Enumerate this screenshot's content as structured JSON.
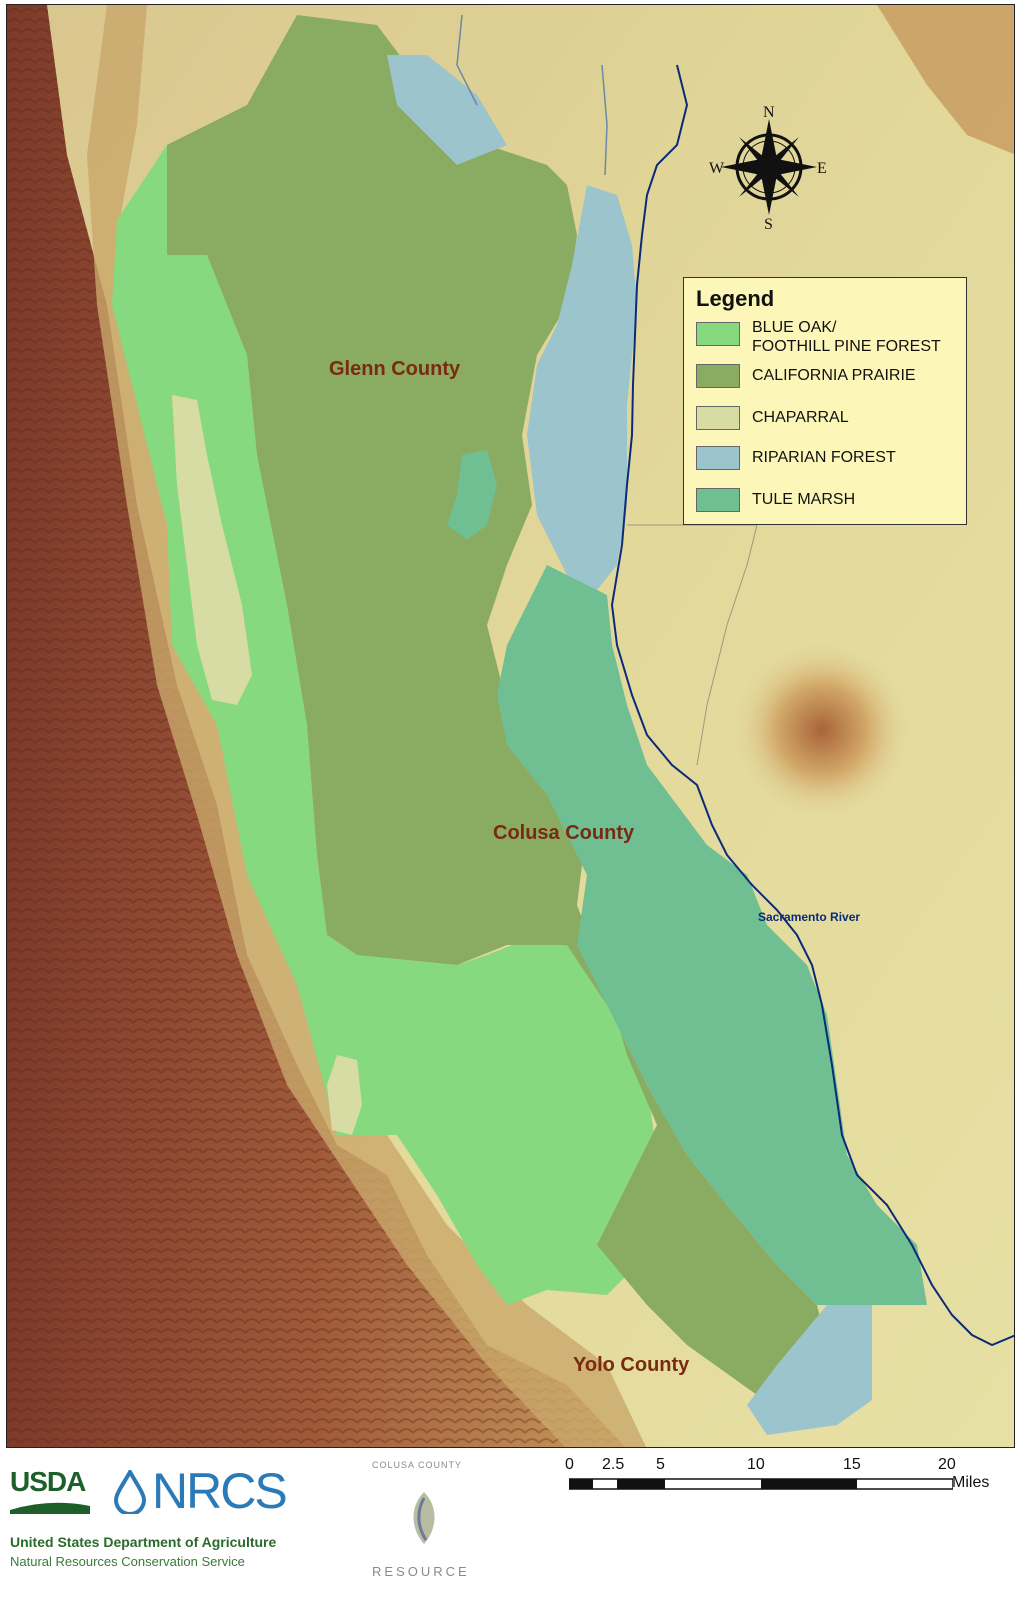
{
  "map": {
    "counties": [
      {
        "name": "Glenn County"
      },
      {
        "name": "Colusa County"
      },
      {
        "name": "Yolo County"
      }
    ],
    "river_label": "Sacramento River",
    "compass": {
      "n": "N",
      "s": "S",
      "e": "E",
      "w": "W"
    },
    "colors": {
      "blue_oak": "#86d97f",
      "prairie": "#8aab62",
      "chaparral": "#d7dca4",
      "riparian": "#9cc4cc",
      "tule_marsh": "#6fbf92",
      "river": "#0b2a7a",
      "county_text": "#7a2a10"
    }
  },
  "legend": {
    "title": "Legend",
    "items": [
      {
        "label": "BLUE OAK/\nFOOTHILL PINE FOREST",
        "color": "#86d97f"
      },
      {
        "label": "CALIFORNIA PRAIRIE",
        "color": "#8aab62"
      },
      {
        "label": "CHAPARRAL",
        "color": "#d7dca4"
      },
      {
        "label": "RIPARIAN FOREST",
        "color": "#9cc4cc"
      },
      {
        "label": "TULE MARSH",
        "color": "#6fbf92"
      }
    ]
  },
  "footer": {
    "usda": "USDA",
    "nrcs": "NRCS",
    "usda_full": "United States Department of Agriculture",
    "nrcs_full": "Natural Resources Conservation Service",
    "rcd_top": "COLUSA COUNTY",
    "rcd_bottom": "RESOURCE"
  },
  "scale": {
    "ticks": [
      "0",
      "2.5",
      "5",
      "10",
      "15",
      "20"
    ],
    "unit": "Miles"
  }
}
